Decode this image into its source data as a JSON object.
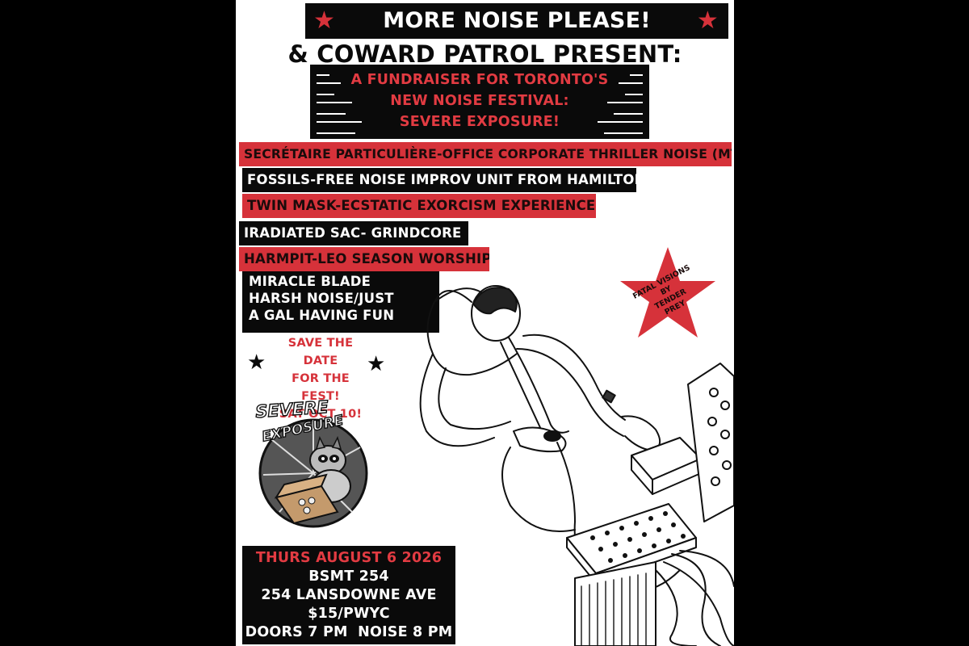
{
  "poster": {
    "title_line1": "MORE NOISE PLEASE!",
    "title_line2": "& COWARD PATROL PRESENT:",
    "fundraiser_lines": [
      "A FUNDRAISER FOR TORONTO'S",
      "NEW NOISE FESTIVAL:",
      "SEVERE EXPOSURE!"
    ],
    "acts": [
      {
        "text": "SECRÉTAIRE PARTICULIÈRE-OFFICE CORPORATE THRILLER NOISE (MTL)",
        "style": "red"
      },
      {
        "text": "FOSSILS-FREE NOISE IMPROV UNIT FROM HAMILTON",
        "style": "black"
      },
      {
        "text": "TWIN MASK-ECSTATIC EXORCISM EXPERIENCE",
        "style": "red"
      },
      {
        "text": "IRADIATED SAC- GRINDCORE",
        "style": "black"
      },
      {
        "text": "HARMPIT-LEO SEASON WORSHIP",
        "style": "red"
      }
    ],
    "miracle_lines": [
      "MIRACLE BLADE",
      "HARSH NOISE/JUST",
      "A GAL HAVING FUN"
    ],
    "save_lines": [
      "SAVE THE DATE",
      "FOR THE FEST!",
      "SAT OCT 10!"
    ],
    "star_lines": [
      "FATAL VISIONS",
      "BY",
      "TENDER",
      "PREY"
    ],
    "logo_lines": [
      "SEVERE",
      "EXPOSURE"
    ],
    "event_date": "THURS AUGUST 6 2026",
    "venue": "BSMT 254",
    "address": "254 LANSDOWNE AVE",
    "price": "$15/PWYC",
    "times": "DOORS 7 PM  NOISE 8 PM"
  },
  "colors": {
    "red": "#d6323a",
    "black": "#0a0a0a",
    "white": "#ffffff"
  },
  "icons": [
    "star-icon",
    "raccoon-mascot-illustration",
    "noise-performer-illustration"
  ]
}
